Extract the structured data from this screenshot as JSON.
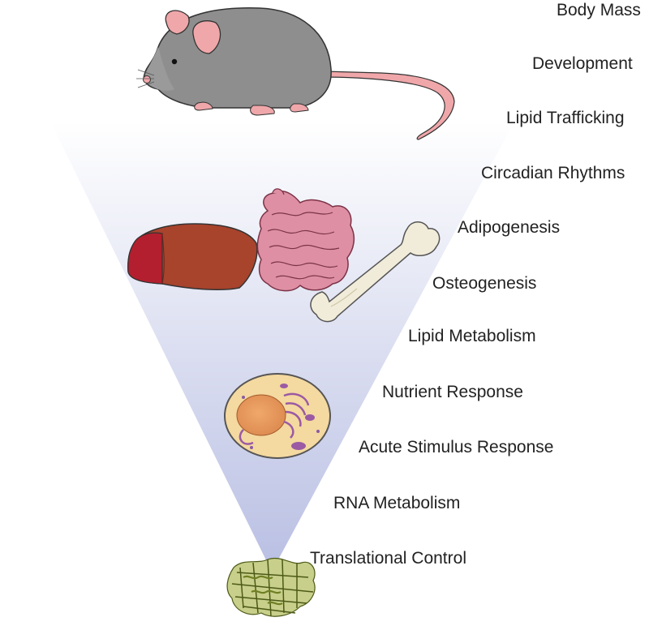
{
  "labels": {
    "body_mass": "Body Mass",
    "development": "Development",
    "lipid_trafficking": "Lipid Trafficking",
    "circadian_rhythms": "Circadian Rhythms",
    "adipogenesis": "Adipogenesis",
    "osteogenesis": "Osteogenesis",
    "lipid_metabolism": "Lipid Metabolism",
    "nutrient_response": "Nutrient Response",
    "acute_stimulus_response": "Acute Stimulus Response",
    "rna_metabolism": "RNA Metabolism",
    "translational_control": "Translational Control"
  },
  "colors": {
    "funnel_top": "#ffffff",
    "funnel_bottom": "#b9bfe3",
    "mouse_body": "#8e8e8e",
    "mouse_pink": "#f0a7aa",
    "liver": "#a8432c",
    "liver_dark": "#b31f2e",
    "intestine": "#de8fa3",
    "bone": "#f1ecd9",
    "cell_cytoplasm": "#f4d9a0",
    "cell_nucleus": "#e59b5e",
    "cell_organelles": "#9b5aa3",
    "protein_green": "#8a9b3a"
  }
}
